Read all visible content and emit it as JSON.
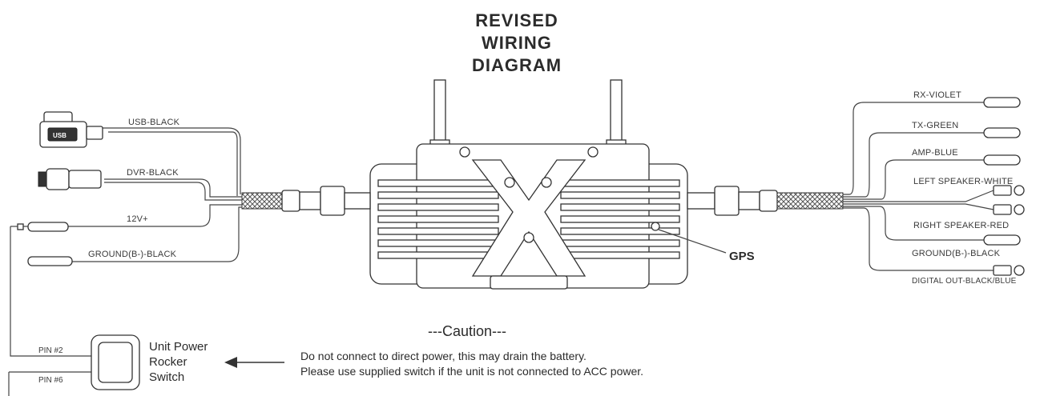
{
  "title": {
    "line1": "REVISED",
    "line2": "WIRING",
    "line3": "DIAGRAM"
  },
  "left_wires": {
    "usb": "USB-BLACK",
    "dvr": "DVR-BLACK",
    "power": "12V+",
    "ground": "GROUND(B-)-BLACK"
  },
  "right_wires": {
    "rx": "RX-VIOLET",
    "tx": "TX-GREEN",
    "amp": "AMP-BLUE",
    "left_speaker": "LEFT SPEAKER-WHITE",
    "right_speaker": "RIGHT SPEAKER-RED",
    "ground": "GROUND(B-)-BLACK",
    "digital_out": "DIGITAL OUT-BLACK/BLUE"
  },
  "usb_plug_text": "USB",
  "gps_label": "GPS",
  "switch": {
    "pin2": "PIN #2",
    "pin6": "PIN #6",
    "label_line1": "Unit Power",
    "label_line2": "Rocker",
    "label_line3": "Switch"
  },
  "caution": {
    "title": "---Caution---",
    "line1": "Do not connect to direct power, this may drain the battery.",
    "line2": "Please use supplied switch if the unit is not connected to ACC power."
  }
}
